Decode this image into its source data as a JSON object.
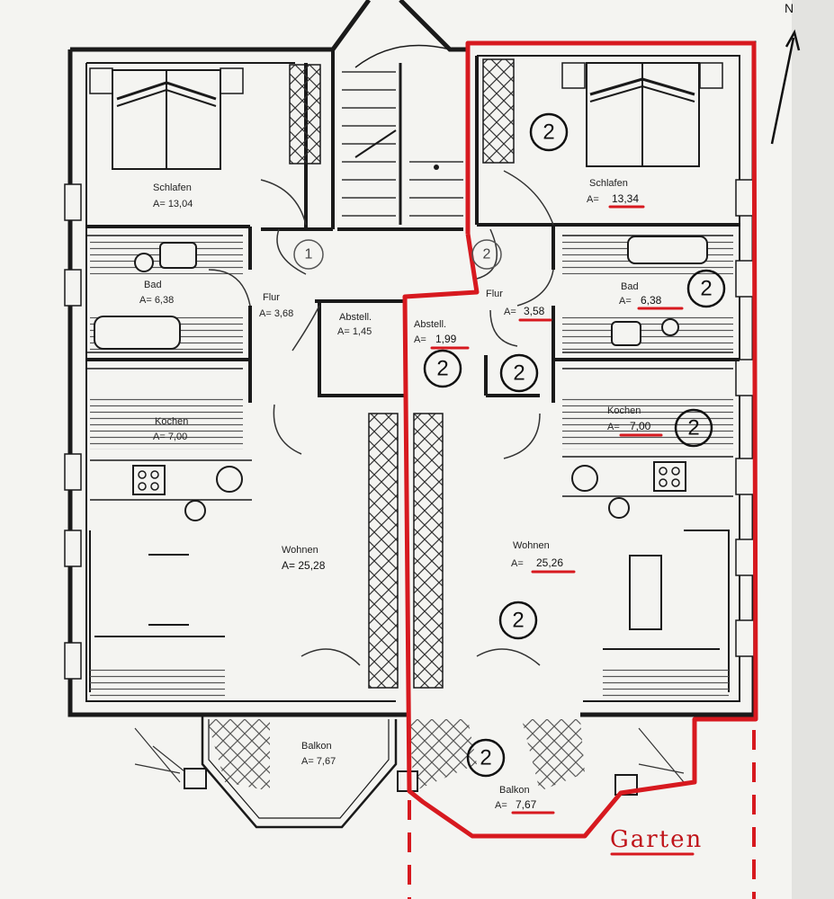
{
  "north": "N",
  "circle_mark": "2",
  "stair_mark": "1",
  "garden": "Garten",
  "rooms_left": {
    "schlafen": {
      "name": "Schlafen",
      "area": "A= 13,04"
    },
    "bad": {
      "name": "Bad",
      "area": "A= 6,38"
    },
    "flur": {
      "name": "Flur",
      "area": "A= 3,68"
    },
    "abstell": {
      "name": "Abstell.",
      "area": "A= 1,45"
    },
    "kochen": {
      "name": "Kochen",
      "area": "A= 7,00"
    },
    "wohnen": {
      "name": "Wohnen",
      "area": "A= 25,28"
    },
    "balkon": {
      "name": "Balkon",
      "area": "A= 7,67"
    }
  },
  "rooms_right": {
    "schlafen": {
      "name": "Schlafen",
      "area_prefix": "A=",
      "area": "13,34"
    },
    "bad": {
      "name": "Bad",
      "area_prefix": "A=",
      "area": "6,38"
    },
    "flur": {
      "name": "Flur",
      "area_prefix": "A=",
      "area": "3,58"
    },
    "abstell": {
      "name": "Abstell.",
      "area_prefix": "A=",
      "area": "1,99"
    },
    "kochen": {
      "name": "Kochen",
      "area_prefix": "A=",
      "area": "7,00"
    },
    "wohnen": {
      "name": "Wohnen",
      "area_prefix": "A=",
      "area": "25,26"
    },
    "balkon": {
      "name": "Balkon",
      "area_prefix": "A=",
      "area": "7,67"
    }
  },
  "colors": {
    "paper": "#f4f4f1",
    "ink": "#1a1a1a",
    "marker": "#d7191f"
  }
}
